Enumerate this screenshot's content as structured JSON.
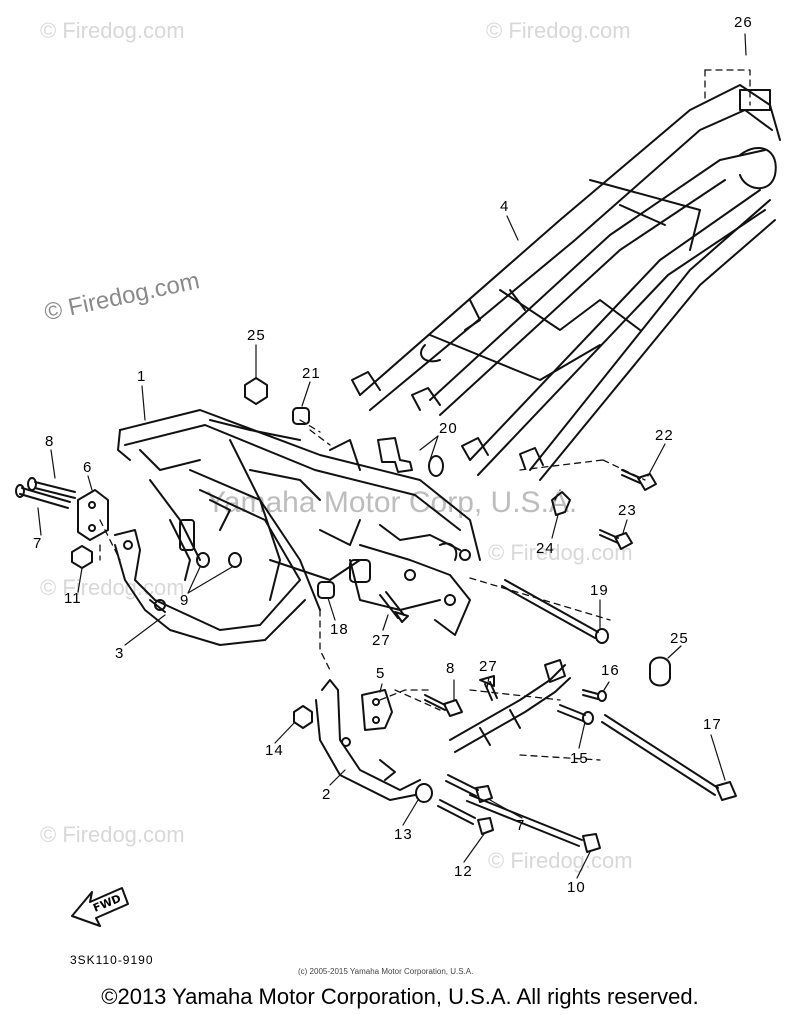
{
  "watermarks": {
    "corner_top_left": "© Firedog.com",
    "corner_top_right": "© Firedog.com",
    "large_left": "© Firedog.com",
    "center": "Yamaha Motor Corp, U.S.A.",
    "mid_right": "© Firedog.com",
    "mid_left": "© Firedog.com",
    "bottom_left": "© Firedog.com",
    "bottom_right": "© Firedog.com"
  },
  "callouts": [
    "26",
    "4",
    "25",
    "21",
    "1",
    "20",
    "22",
    "8",
    "6",
    "7",
    "11",
    "9",
    "23",
    "24",
    "19",
    "3",
    "18",
    "27",
    "25",
    "5",
    "8",
    "27",
    "16",
    "14",
    "17",
    "15",
    "2",
    "13",
    "7",
    "12",
    "10"
  ],
  "arrow_label": "FWD",
  "part_number": "3SK110-9190",
  "small_copyright": "(c) 2005-2015 Yamaha Motor Corporation, U.S.A.",
  "footer": "©2013 Yamaha Motor Corporation, U.S.A. All rights reserved."
}
